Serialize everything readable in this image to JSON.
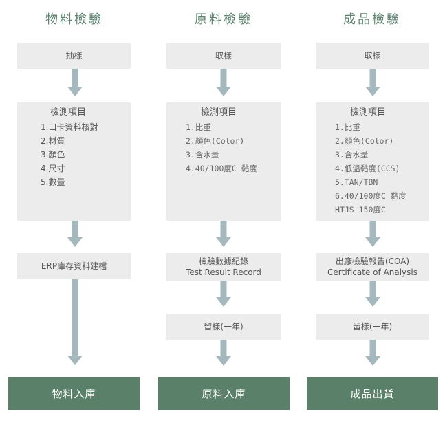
{
  "columns": [
    {
      "title": "物料檢驗",
      "step1": "抽樣",
      "inspection_title": "檢測項目",
      "inspection_items": [
        "1.口卡資料核對",
        "2.材質",
        "3.顏色",
        "4.尺寸",
        "5.數量"
      ],
      "record": "ERP庫存資料建檔",
      "final": "物料入庫"
    },
    {
      "title": "原料檢驗",
      "step1": "取樣",
      "inspection_title": "檢測項目",
      "inspection_items": [
        "1.比重",
        "2.顏色(Color)",
        "3.含水量",
        "4.40/100度C 黏度"
      ],
      "record_line1": "檢驗數據紀錄",
      "record_line2": "Test Result Record",
      "retain": "留樣(一年)",
      "final": "原料入庫"
    },
    {
      "title": "成品檢驗",
      "step1": "取樣",
      "inspection_title": "檢測項目",
      "inspection_items": [
        "1.比重",
        "2.顏色(Color)",
        "3.含水量",
        "4.低溫黏度(CCS)",
        "5.TAN/TBN",
        "6.40/100度C 黏度",
        "HTJS 150度C"
      ],
      "record_line1": "出廠檢驗報告(COA)",
      "record_line2": "Certificate of Analysis",
      "retain": "留樣(一年)",
      "final": "成品出貨"
    }
  ],
  "colors": {
    "title": "#5e8570",
    "box": "#ececec",
    "final": "#5b8069",
    "arrow": "#a5b8bd"
  }
}
